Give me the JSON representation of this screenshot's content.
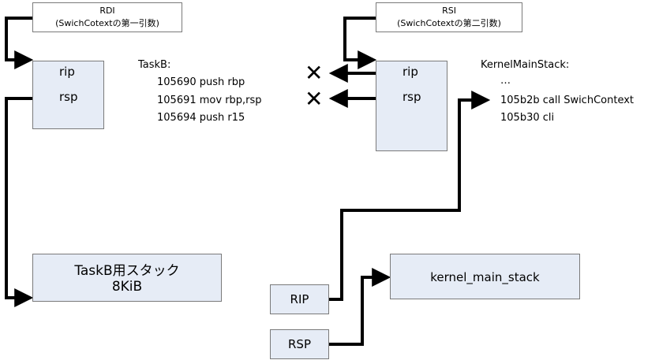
{
  "rdi_label": {
    "line1": "RDI",
    "line2": "(SwichCotextの第一引数)"
  },
  "rsi_label": {
    "line1": "RSI",
    "line2": "(SwichCotextの第二引数)"
  },
  "context_a": {
    "rip": "rip",
    "rsp": "rsp"
  },
  "context_b": {
    "rip": "rip",
    "rsp": "rsp"
  },
  "taskb_code": {
    "title": "TaskB:",
    "lines": [
      "105690 push rbp",
      "105691 mov rbp,rsp",
      "105694 push r15"
    ]
  },
  "kernel_code": {
    "title": "KernelMainStack:",
    "ellipsis": "…",
    "lines": [
      "105b2b call SwichContext",
      "105b30 cli"
    ]
  },
  "taskb_stack": {
    "line1": "TaskB用スタック",
    "line2": "8KiB"
  },
  "kernel_stack": {
    "label": "kernel_main_stack"
  },
  "registers": {
    "rip": "RIP",
    "rsp": "RSP"
  },
  "cross_mark": "✕"
}
